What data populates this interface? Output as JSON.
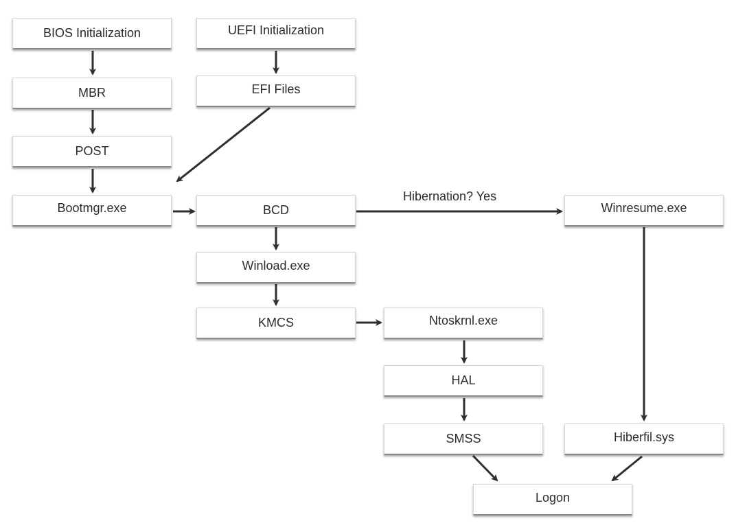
{
  "nodes": {
    "bios": "BIOS Initialization",
    "uefi": "UEFI Initialization",
    "mbr": "MBR",
    "efi": "EFI Files",
    "post": "POST",
    "bootmgr": "Bootmgr.exe",
    "bcd": "BCD",
    "winresume": "Winresume.exe",
    "winload": "Winload.exe",
    "kmcs": "KMCS",
    "ntoskrnl": "Ntoskrnl.exe",
    "hal": "HAL",
    "smss": "SMSS",
    "hiberfil": "Hiberfil.sys",
    "logon": "Logon"
  },
  "edge_labels": {
    "bcd_to_winresume": "Hibernation? Yes"
  },
  "edges": [
    [
      "bios",
      "mbr"
    ],
    [
      "mbr",
      "post"
    ],
    [
      "post",
      "bootmgr"
    ],
    [
      "uefi",
      "efi"
    ],
    [
      "efi",
      "bootmgr"
    ],
    [
      "bootmgr",
      "bcd"
    ],
    [
      "bcd",
      "winresume"
    ],
    [
      "bcd",
      "winload"
    ],
    [
      "winload",
      "kmcs"
    ],
    [
      "kmcs",
      "ntoskrnl"
    ],
    [
      "ntoskrnl",
      "hal"
    ],
    [
      "hal",
      "smss"
    ],
    [
      "smss",
      "logon"
    ],
    [
      "winresume",
      "hiberfil"
    ],
    [
      "hiberfil",
      "logon"
    ]
  ],
  "colors": {
    "line": "#2f2f2f",
    "text": "#2b2b2b",
    "box_bg": "#ffffff"
  }
}
